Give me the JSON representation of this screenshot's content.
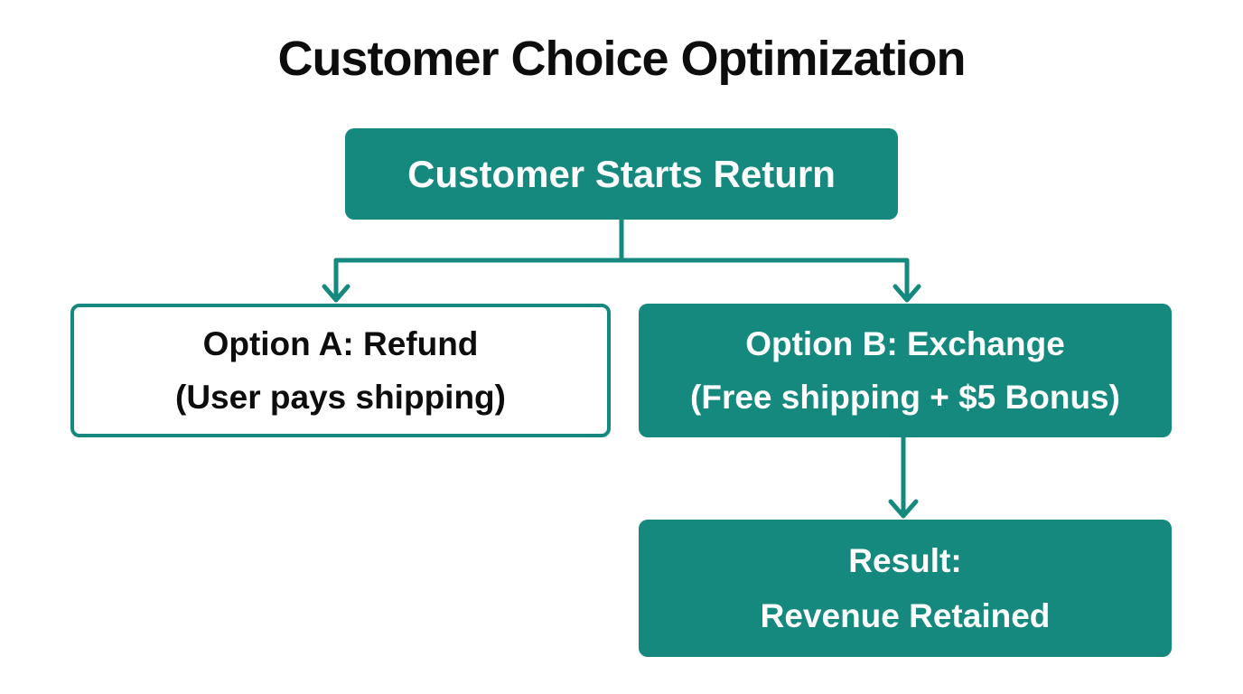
{
  "title": "Customer Choice Optimization",
  "colors": {
    "teal": "#15897e",
    "text_dark": "#0d0d0d",
    "text_light": "#ffffff",
    "background": "#ffffff"
  },
  "flowchart": {
    "start_node": {
      "label": "Customer Starts Return"
    },
    "option_a_node": {
      "line1": "Option A: Refund",
      "line2": "(User pays shipping)"
    },
    "option_b_node": {
      "line1": "Option B: Exchange",
      "line2": "(Free shipping + $5 Bonus)"
    },
    "result_node": {
      "line1": "Result:",
      "line2": "Revenue Retained"
    }
  }
}
